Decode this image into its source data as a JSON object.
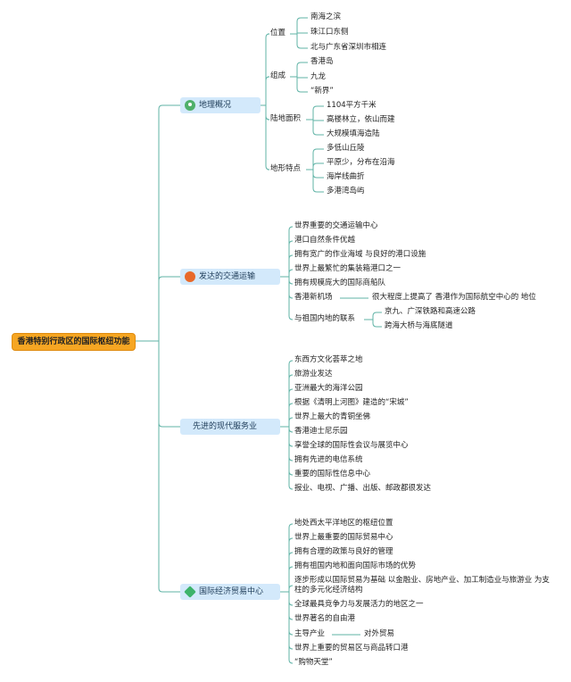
{
  "root": "香港特别行政区的国际枢纽功能",
  "branches": [
    {
      "label": "地理概况",
      "icon": "location-pin-icon",
      "groups": [
        {
          "label": "位置",
          "items": [
            "南海之滨",
            "珠江口东侧",
            "北与广东省深圳市相连"
          ]
        },
        {
          "label": "组成",
          "items": [
            "香港岛",
            "九龙",
            "“新界”"
          ]
        },
        {
          "label": "陆地面积",
          "items": [
            "1104平方千米",
            "高楼林立，依山而建",
            "大规模填海造陆"
          ]
        },
        {
          "label": "地形特点",
          "items": [
            "多低山丘陵",
            "平原少，分布在沿海",
            "海岸线曲折",
            "多港湾岛屿"
          ]
        }
      ]
    },
    {
      "label": "发达的交通运输",
      "icon": "ball-icon",
      "items": [
        {
          "text": "世界重要的交通运输中心"
        },
        {
          "text": "港口自然条件优越"
        },
        {
          "text": "拥有宽广的作业海域 与良好的港口设施"
        },
        {
          "text": "世界上最繁忙的集装箱港口之一"
        },
        {
          "text": "拥有规模庞大的国际商船队"
        },
        {
          "text": "香港新机场",
          "children": [
            "很大程度上提高了 香港作为国际航空中心的 地位"
          ]
        },
        {
          "text": "与祖国内地的联系",
          "children": [
            "京九、广深铁路和高速公路",
            "跨海大桥与海底隧道"
          ]
        }
      ]
    },
    {
      "label": "先进的现代服务业",
      "icon": "",
      "items": [
        {
          "text": "东西方文化荟萃之地"
        },
        {
          "text": "旅游业发达"
        },
        {
          "text": "亚洲最大的海洋公园"
        },
        {
          "text": "根据《清明上河图》建造的“宋城”"
        },
        {
          "text": "世界上最大的青铜坐佛"
        },
        {
          "text": "香港迪士尼乐园"
        },
        {
          "text": "享誉全球的国际性会议与展览中心"
        },
        {
          "text": "拥有先进的电信系统"
        },
        {
          "text": "重要的国际性信息中心"
        },
        {
          "text": "报业、电视、广播、出版、邮政都很发达"
        }
      ]
    },
    {
      "label": "国际经济贸易中心",
      "icon": "gem-icon",
      "items": [
        {
          "text": "地处西太平洋地区的枢纽位置"
        },
        {
          "text": "世界上最重要的国际贸易中心"
        },
        {
          "text": "拥有合理的政策与良好的管理"
        },
        {
          "text": "拥有祖国内地和面向国际市场的优势"
        },
        {
          "text": "逐步形成以国际贸易为基础 以金融业、房地产业、加工制造业与旅游业 为支柱的多元化经济结构"
        },
        {
          "text": "全球最具竞争力与发展活力的地区之一"
        },
        {
          "text": "世界著名的自由港"
        },
        {
          "text": "主导产业",
          "children": [
            "对外贸易"
          ]
        },
        {
          "text": "世界上重要的贸易区与商品转口港"
        },
        {
          "text": "“购物天堂”"
        }
      ]
    }
  ]
}
